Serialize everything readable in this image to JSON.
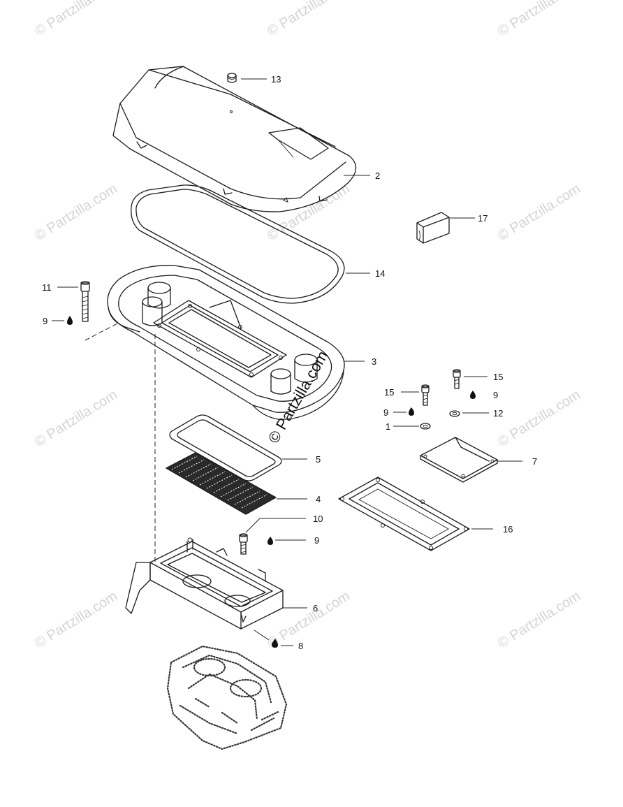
{
  "watermarks": {
    "text": "© Partzilla.com",
    "center_text": "© Partzilla.com"
  },
  "callouts": [
    {
      "label": "13"
    },
    {
      "label": "2"
    },
    {
      "label": "17"
    },
    {
      "label": "14"
    },
    {
      "label": "11"
    },
    {
      "label": "9"
    },
    {
      "label": "3"
    },
    {
      "label": "15"
    },
    {
      "label": "9"
    },
    {
      "label": "15"
    },
    {
      "label": "9"
    },
    {
      "label": "12"
    },
    {
      "label": "1"
    },
    {
      "label": "7"
    },
    {
      "label": "5"
    },
    {
      "label": "4"
    },
    {
      "label": "16"
    },
    {
      "label": "10"
    },
    {
      "label": "9"
    },
    {
      "label": "6"
    },
    {
      "label": "8"
    }
  ],
  "colors": {
    "line": "#1a1a1a",
    "watermark": "#d4d4d4",
    "background": "#ffffff"
  }
}
